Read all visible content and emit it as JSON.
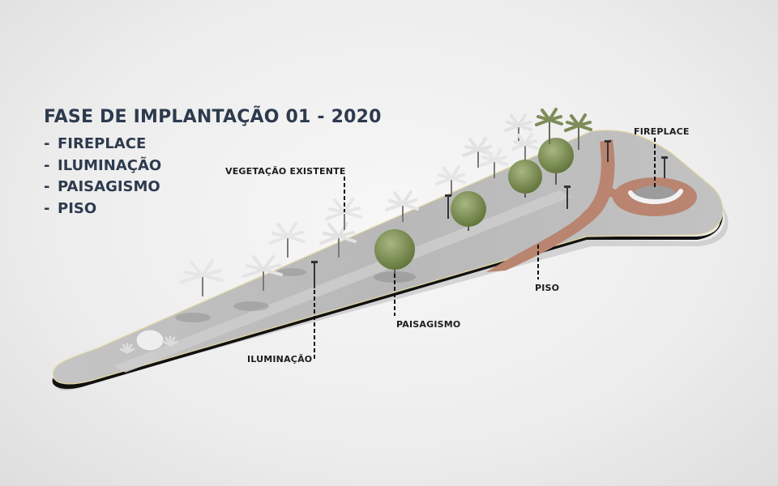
{
  "title": "FASE DE IMPLANTAÇÃO 01 -  2020",
  "phase_items": [
    {
      "dash": "-",
      "label": "FIREPLACE"
    },
    {
      "dash": "-",
      "label": "ILUMINAÇÃO"
    },
    {
      "dash": "-",
      "label": "PAISAGISMO"
    },
    {
      "dash": "-",
      "label": "PISO"
    }
  ],
  "callouts": {
    "fireplace": "FIREPLACE",
    "vegetacao": "VEGETAÇÃO EXISTENTE",
    "piso": "PISO",
    "paisagismo": "PAISAGISMO",
    "iluminacao": "ILUMINAÇÃO"
  },
  "colors": {
    "text_dark": "#2e3b4e",
    "paving_terracotta": "#b98570",
    "ground": "#b9b9b9",
    "edge": "#111111"
  }
}
